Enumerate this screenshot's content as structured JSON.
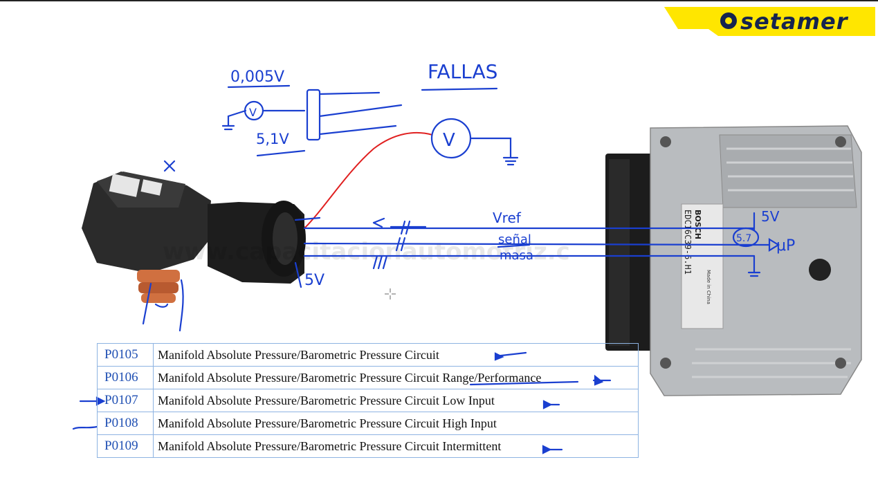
{
  "logo": {
    "text": "setamer"
  },
  "watermark": "www.capacitacionautomotriz.c",
  "handwriting": {
    "low_voltage": "0,005V",
    "high_voltage": "5,1V",
    "fallas": "FALLAS",
    "vref": "Vref",
    "senal": "señal",
    "masa": "masa",
    "five_v_sensor": "5V",
    "five_v_ecu": "5V",
    "five_seven": "5.7",
    "mu_p": "μP",
    "x_mark": "×",
    "meter_symbol": "V"
  },
  "ecu_label": {
    "brand": "BOSCH",
    "model": "EDC16C39-6.H1",
    "made_in": "Made in China"
  },
  "dtc_table": {
    "rows": [
      {
        "code": "P0105",
        "description": "Manifold Absolute Pressure/Barometric Pressure Circuit"
      },
      {
        "code": "P0106",
        "description": "Manifold Absolute Pressure/Barometric Pressure Circuit Range/Performance"
      },
      {
        "code": "P0107",
        "description": "Manifold Absolute Pressure/Barometric Pressure Circuit Low Input"
      },
      {
        "code": "P0108",
        "description": "Manifold Absolute Pressure/Barometric Pressure Circuit High Input"
      },
      {
        "code": "P0109",
        "description": "Manifold Absolute Pressure/Barometric Pressure Circuit Intermittent"
      }
    ]
  },
  "colors": {
    "ink_blue": "#1a3fd0",
    "wire_red": "#e02020",
    "logo_yellow": "#ffe600",
    "logo_navy": "#15244f"
  }
}
